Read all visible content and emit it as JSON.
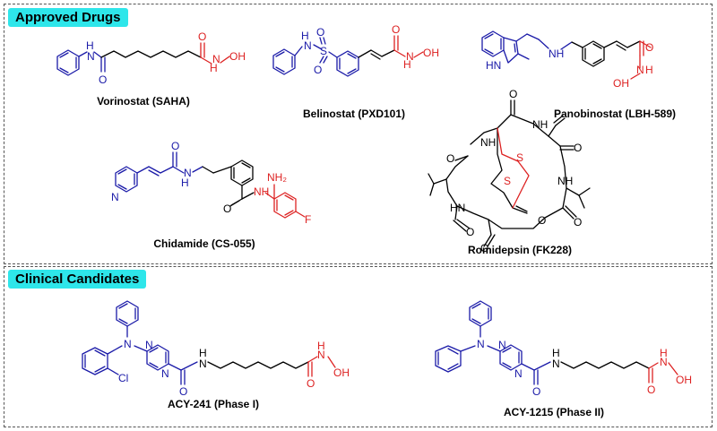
{
  "sections": {
    "approved": "Approved Drugs",
    "clinical": "Clinical Candidates"
  },
  "drugs": {
    "vorinostat": "Vorinostat (SAHA)",
    "belinostat": "Belinostat (PXD101)",
    "panobinostat": "Panobinostat (LBH-589)",
    "chidamide": "Chidamide (CS-055)",
    "romidepsin": "Romidepsin (FK228)",
    "acy241": "ACY-241 (Phase I)",
    "acy1215": "ACY-1215 (Phase II)"
  },
  "atoms": {
    "n": "N",
    "h": "H",
    "nh": "NH",
    "hn": "HN",
    "o": "O",
    "oh": "OH",
    "s": "S",
    "f": "F",
    "cl": "Cl",
    "nh2": "NH₂"
  },
  "colors": {
    "scaffold": "#1a1aa8",
    "zinc_binding": "#dd2222",
    "label_bg": "#2ee6ea",
    "backbone": "#000000"
  }
}
